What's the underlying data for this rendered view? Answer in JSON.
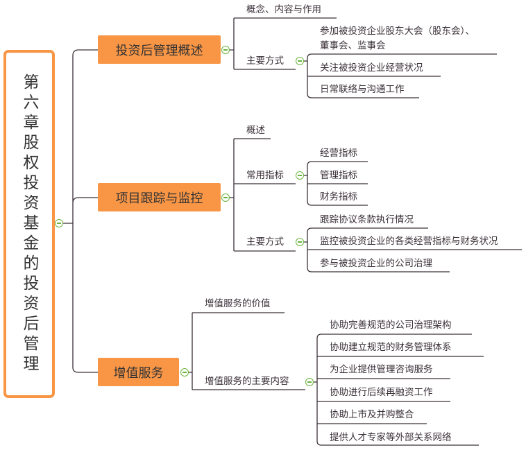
{
  "root": {
    "title": "第六章股权投资基金的投资后管理"
  },
  "branches": [
    {
      "label": "投资后管理概述",
      "children": [
        {
          "label": "概念、内容与作用"
        },
        {
          "label": "主要方式",
          "children": [
            "参加被投资企业股东大会（股东会）、董事会、监事会",
            "关注被投资企业经营状况",
            "日常联络与沟通工作"
          ]
        }
      ]
    },
    {
      "label": "项目跟踪与监控",
      "children": [
        {
          "label": "概述"
        },
        {
          "label": "常用指标",
          "children": [
            "经营指标",
            "管理指标",
            "财务指标"
          ]
        },
        {
          "label": "主要方式",
          "children": [
            "跟踪协议条款执行情况",
            "监控被投资企业的各类经营指标与财务状况",
            "参与被投资企业的公司治理"
          ]
        }
      ]
    },
    {
      "label": "增值服务",
      "children": [
        {
          "label": "增值服务的价值"
        },
        {
          "label": "增值服务的主要内容",
          "children": [
            "协助完善规范的公司治理架构",
            "协助建立规范的财务管理体系",
            "为企业提供管理咨询服务",
            "协助进行后续再融资工作",
            "协助上市及并购整合",
            "提供人才专家等外部关系网络"
          ]
        }
      ]
    }
  ],
  "icons": {
    "toggle": "collapse-minus-icon"
  },
  "colors": {
    "accent": "#f89646",
    "toggle": "#6ab33b",
    "line": "#3a3038"
  }
}
